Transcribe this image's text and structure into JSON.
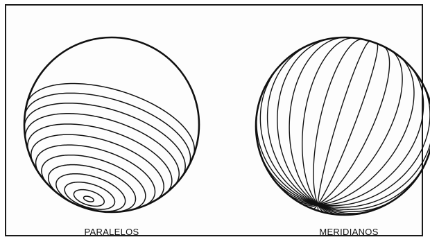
{
  "figure": {
    "left_globe": {
      "label": "PARALELOS",
      "line_count": 13,
      "line_color": "#111111"
    },
    "right_globe": {
      "label": "MERIDIANOS",
      "line_count": 30,
      "line_color": "#111111"
    }
  }
}
